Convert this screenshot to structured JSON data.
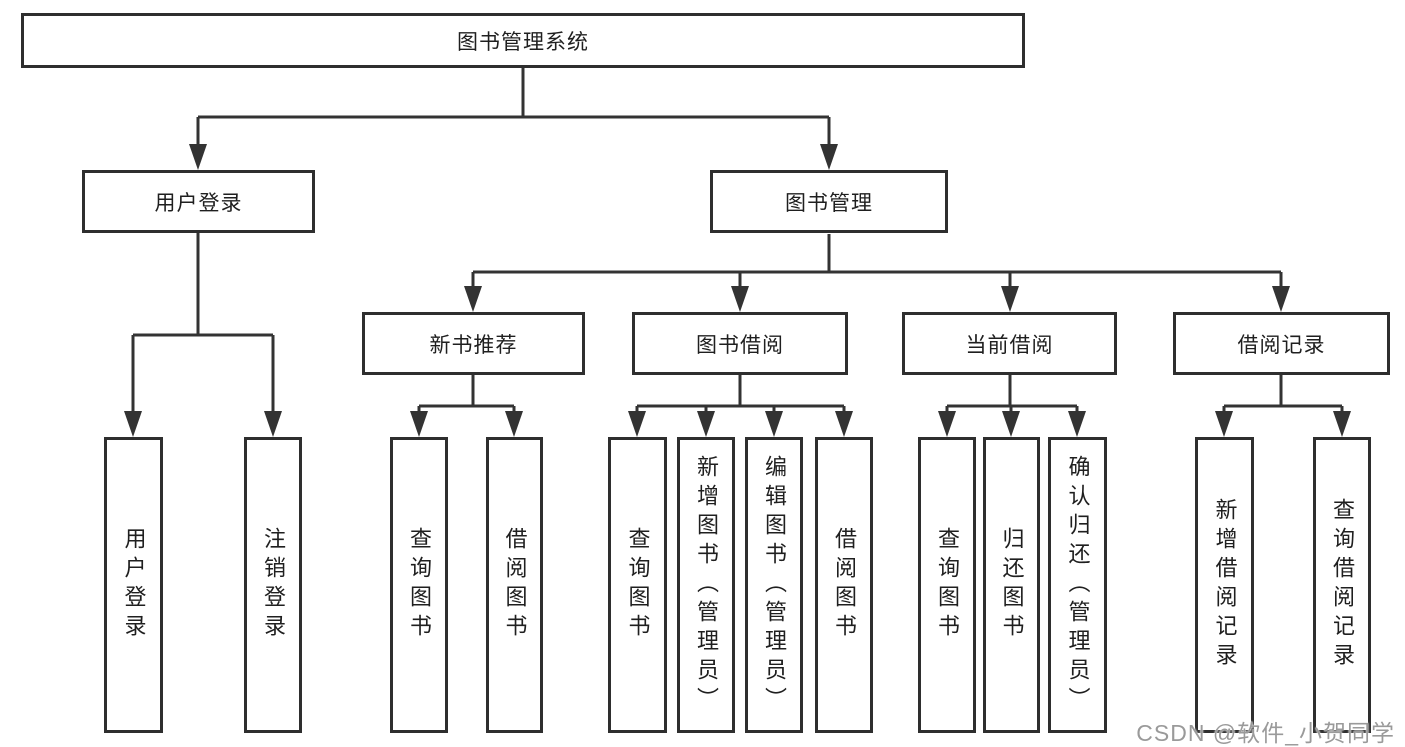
{
  "diagram_title": "图书管理系统",
  "nodes": {
    "root": "图书管理系统",
    "user_login": {
      "label": "用户登录",
      "children": [
        "用户登录",
        "注销登录"
      ]
    },
    "book_mgmt": {
      "label": "图书管理"
    },
    "new_books": {
      "label": "新书推荐",
      "children": [
        "查询图书",
        "借阅图书"
      ]
    },
    "book_borrow": {
      "label": "图书借阅",
      "children": [
        "查询图书",
        "新增图书（管理员）",
        "编辑图书（管理员）",
        "借阅图书"
      ]
    },
    "current_borrow": {
      "label": "当前借阅",
      "children": [
        "查询图书",
        "归还图书",
        "确认归还（管理员）"
      ]
    },
    "borrow_records": {
      "label": "借阅记录",
      "children": [
        "新增借阅记录",
        "查询借阅记录"
      ]
    }
  },
  "watermark": "CSDN @软件_小贺同学",
  "colors": {
    "line": "#333333",
    "box_border": "#2e2e2e",
    "text": "#1f1f1f",
    "watermark": "#9a9a9a",
    "background": "#ffffff"
  }
}
